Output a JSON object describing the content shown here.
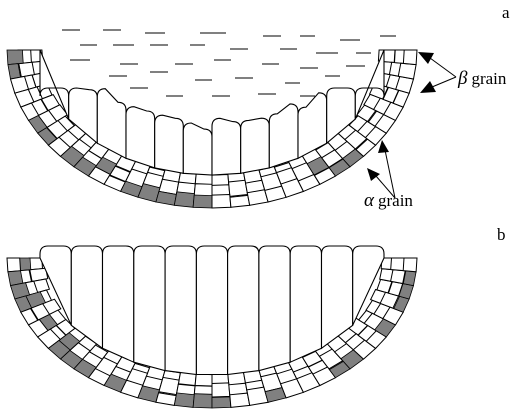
{
  "panels": {
    "a": {
      "label": "a"
    },
    "b": {
      "label": "b"
    }
  },
  "annotations": {
    "beta": {
      "symbol": "β",
      "word": "grain"
    },
    "alpha": {
      "symbol": "α",
      "word": "grain"
    }
  },
  "colors": {
    "alpha_grain_fill": "#808080",
    "beta_grain_fill": "#ffffff",
    "outline": "#000000"
  }
}
